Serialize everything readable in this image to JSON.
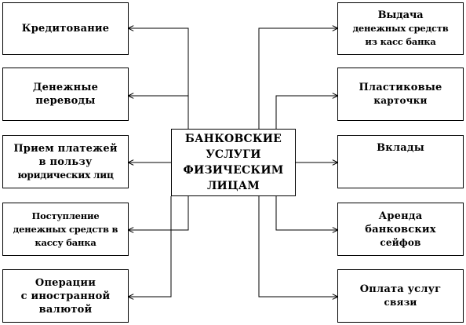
{
  "center": {
    "lines": [
      "БАНКОВСКИЕ",
      "УСЛУГИ",
      "ФИЗИЧЕСКИМ",
      "ЛИЦАМ"
    ]
  },
  "left": [
    {
      "lines": [
        "Кредитование"
      ]
    },
    {
      "lines": [
        "Денежные",
        "переводы"
      ]
    },
    {
      "lines": [
        "Прием платежей",
        "в пользу",
        "юридических лиц"
      ]
    },
    {
      "lines": [
        "Поступление",
        "денежных средств в",
        "кассу банка"
      ]
    },
    {
      "lines": [
        "Операции",
        "с иностранной",
        "валютой"
      ]
    }
  ],
  "right": [
    {
      "lines": [
        "Выдача",
        "денежных средств",
        "из касс банка"
      ]
    },
    {
      "lines": [
        "Пластиковые",
        "карточки"
      ]
    },
    {
      "lines": [
        "Вклады"
      ]
    },
    {
      "lines": [
        "Аренда",
        "банковских",
        "сейфов"
      ]
    },
    {
      "lines": [
        "Оплата услуг",
        "связи"
      ]
    }
  ],
  "colors": {
    "line": "#000000",
    "box_border": "#000000",
    "background": "#ffffff"
  }
}
